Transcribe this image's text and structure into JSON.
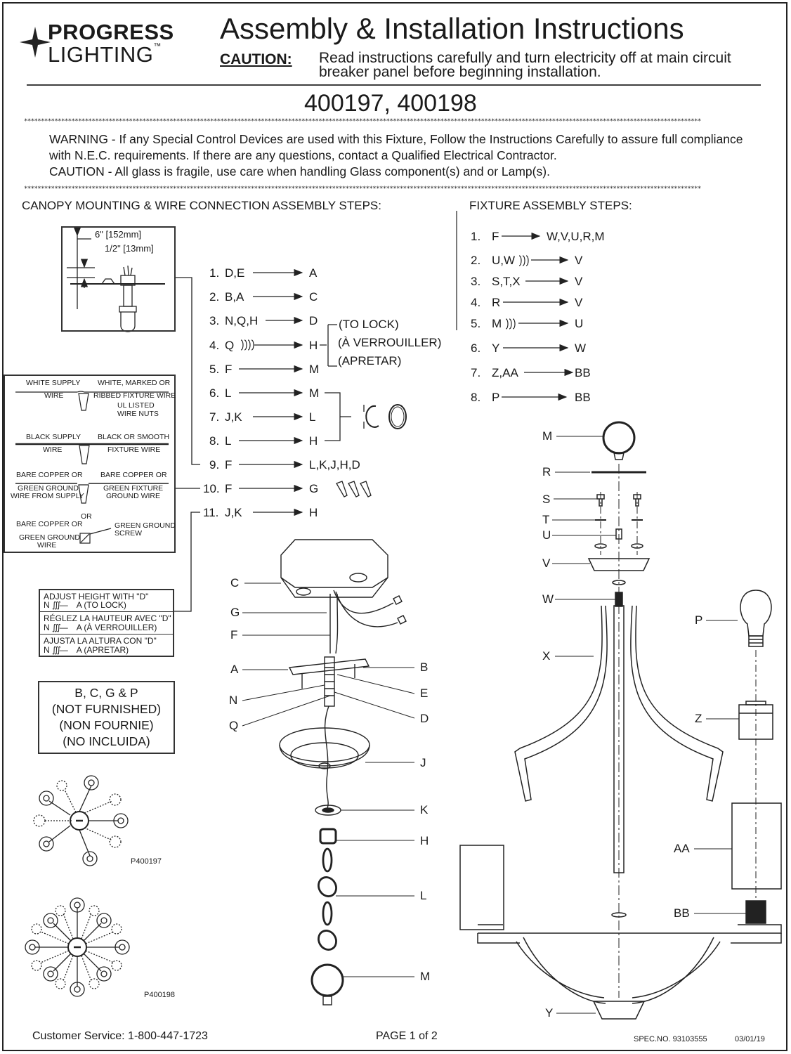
{
  "brand": {
    "line1": "PROGRESS",
    "line2": "LIGHTING",
    "tm": "™"
  },
  "header": {
    "title": "Assembly & Installation Instructions",
    "caution_label": "CAUTION:",
    "caution_text": "Read instructions carefully and turn electricity off at main circuit breaker panel before beginning installation."
  },
  "model_numbers": "400197, 400198",
  "stars": "********************************************************************************************************************************************************************************************************",
  "warning": {
    "line1": "WARNING - If any Special Control Devices are used with this Fixture, Follow the Instructions Carefully to assure full compliance with N.E.C. requirements. If there are any questions, contact a Qualified Electrical Contractor.",
    "line2": "CAUTION - All glass is fragile, use care when handling Glass component(s) and or Lamp(s)."
  },
  "canopy": {
    "heading": "CANOPY MOUNTING & WIRE CONNECTION ASSEMBLY STEPS:",
    "dim1": "6\" [152mm]",
    "dim2": "1/2\" [13mm]",
    "steps": [
      {
        "n": "1.",
        "from": "D,E",
        "to": "A"
      },
      {
        "n": "2.",
        "from": "B,A",
        "to": "C"
      },
      {
        "n": "3.",
        "from": "N,Q,H",
        "to": "D"
      },
      {
        "n": "4.",
        "from": "Q",
        "to": "H"
      },
      {
        "n": "5.",
        "from": "F",
        "to": "M"
      },
      {
        "n": "6.",
        "from": "L",
        "to": "M"
      },
      {
        "n": "7.",
        "from": "J,K",
        "to": "L"
      },
      {
        "n": "8.",
        "from": "L",
        "to": "H"
      },
      {
        "n": "9.",
        "from": "F",
        "to": "L,K,J,H,D"
      },
      {
        "n": "10.",
        "from": "F",
        "to": "G"
      },
      {
        "n": "11.",
        "from": "J,K",
        "to": "H"
      }
    ],
    "lock": [
      "(TO LOCK)",
      "(À VERROUILLER)",
      "(APRETAR)"
    ]
  },
  "wiring": {
    "white_supply": "WHITE SUPPLY",
    "wire": "WIRE",
    "white_marked": "WHITE, MARKED OR",
    "ribbed": "RIBBED FIXTURE WIRE",
    "ul_listed": "UL LISTED",
    "wire_nuts": "WIRE NUTS",
    "black_supply": "BLACK SUPPLY",
    "black_smooth": "BLACK OR SMOOTH",
    "fixture_wire": "FIXTURE WIRE",
    "bare_copper1": "BARE COPPER OR",
    "green_ground_supply1": "GREEN GROUND",
    "green_ground_supply2": "WIRE FROM SUPPLY",
    "bare_copper2": "BARE COPPER OR",
    "green_fixture1": "GREEN FIXTURE",
    "green_fixture2": "GROUND WIRE",
    "or": "OR",
    "bare_copper3": "BARE COPPER OR",
    "green_ground_wire1": "GREEN GROUND",
    "green_ground_wire2": "WIRE",
    "green_screw1": "GREEN GROUND",
    "green_screw2": "SCREW"
  },
  "adjust": {
    "en1": "ADJUST HEIGHT WITH \"D\"",
    "en2a": "N",
    "en2b": "A (TO LOCK)",
    "fr1": "RÉGLEZ LA HAUTEUR AVEC \"D\"",
    "fr2a": "N",
    "fr2b": "A (À VERROUILLER)",
    "es1": "AJUSTA LA ALTURA CON \"D\"",
    "es2a": "N",
    "es2b": "A (APRETAR)"
  },
  "not_furnished": [
    "B, C, G & P",
    "(NOT FURNISHED)",
    "(NON FOURNIE)",
    "(NO INCLUIDA)"
  ],
  "top_views": [
    "P400197",
    "P400198"
  ],
  "center_labels": {
    "left": [
      "C",
      "G",
      "F",
      "A",
      "N",
      "Q"
    ],
    "right": [
      "B",
      "E",
      "D",
      "J",
      "K",
      "H",
      "L",
      "M"
    ]
  },
  "fixture": {
    "heading": "FIXTURE ASSEMBLY STEPS:",
    "steps": [
      {
        "n": "1.",
        "from": "F",
        "to": "W,V,U,R,M"
      },
      {
        "n": "2.",
        "from": "U,W",
        "to": "V"
      },
      {
        "n": "3.",
        "from": "S,T,X",
        "to": "V"
      },
      {
        "n": "4.",
        "from": "R",
        "to": "V"
      },
      {
        "n": "5.",
        "from": "M",
        "to": "U"
      },
      {
        "n": "6.",
        "from": "Y",
        "to": "W"
      },
      {
        "n": "7.",
        "from": "Z,AA",
        "to": "BB"
      },
      {
        "n": "8.",
        "from": "P",
        "to": "BB"
      }
    ],
    "labels": [
      "M",
      "R",
      "S",
      "T",
      "U",
      "V",
      "W",
      "X",
      "P",
      "Z",
      "AA",
      "BB",
      "Y"
    ]
  },
  "footer": {
    "service": "Customer Service: 1-800-447-1723",
    "page": "PAGE  1  of  2",
    "spec": "SPEC.NO.  93103555",
    "date": "03/01/19"
  }
}
